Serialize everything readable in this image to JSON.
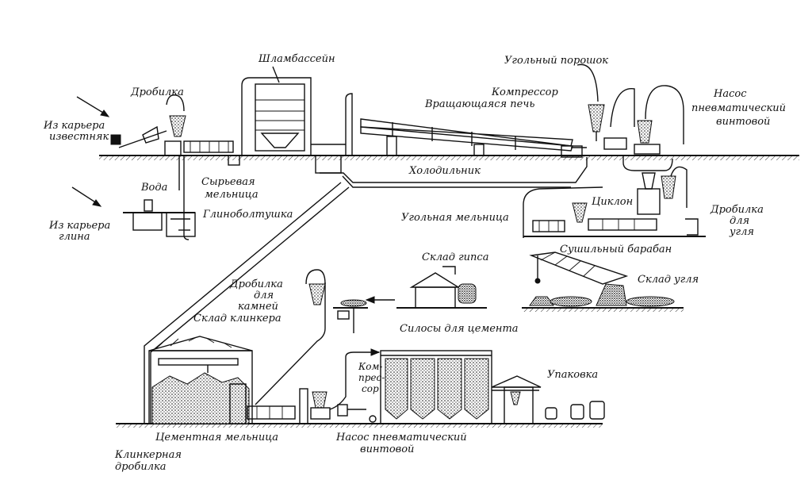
{
  "labels": {
    "limestone_quarry": [
      "Из карьера",
      "известняк"
    ],
    "crusher": "Дробилка",
    "slurry_pool": "Шламбассейн",
    "coal_powder": "Угольный порошок",
    "compressor_top": "Компрессор",
    "rotary_kiln": "Вращающаяся печь",
    "pump_top": [
      "Насос",
      "пневматический",
      "винтовой"
    ],
    "raw_mill": [
      "Сырьевая",
      "мельница"
    ],
    "cooler": "Холодильник",
    "water": "Вода",
    "clay_quarry": [
      "Из карьера",
      "глина"
    ],
    "clay_mixer": "Глиноболтушка",
    "cyclone": "Циклон",
    "coal_mill": "Угольная мельница",
    "coal_crusher": [
      "Дробилка",
      "для",
      "угля"
    ],
    "drying_drum": "Сушильный барабан",
    "gypsum_store": "Склад гипса",
    "coal_store": "Склад угля",
    "stone_crusher": [
      "Дробилка",
      "для",
      "камней"
    ],
    "clinker_store": "Склад клинкера",
    "cement_silos": "Силосы для цемента",
    "compressor_bottom": [
      "Ком-",
      "прес-",
      "сор"
    ],
    "packing": "Упаковка",
    "cement_mill": "Цементная мельница",
    "pump_bottom": [
      "Насос пневматический",
      "винтовой"
    ],
    "clinker_crusher": [
      "Клинкерная",
      "дробилка"
    ]
  }
}
